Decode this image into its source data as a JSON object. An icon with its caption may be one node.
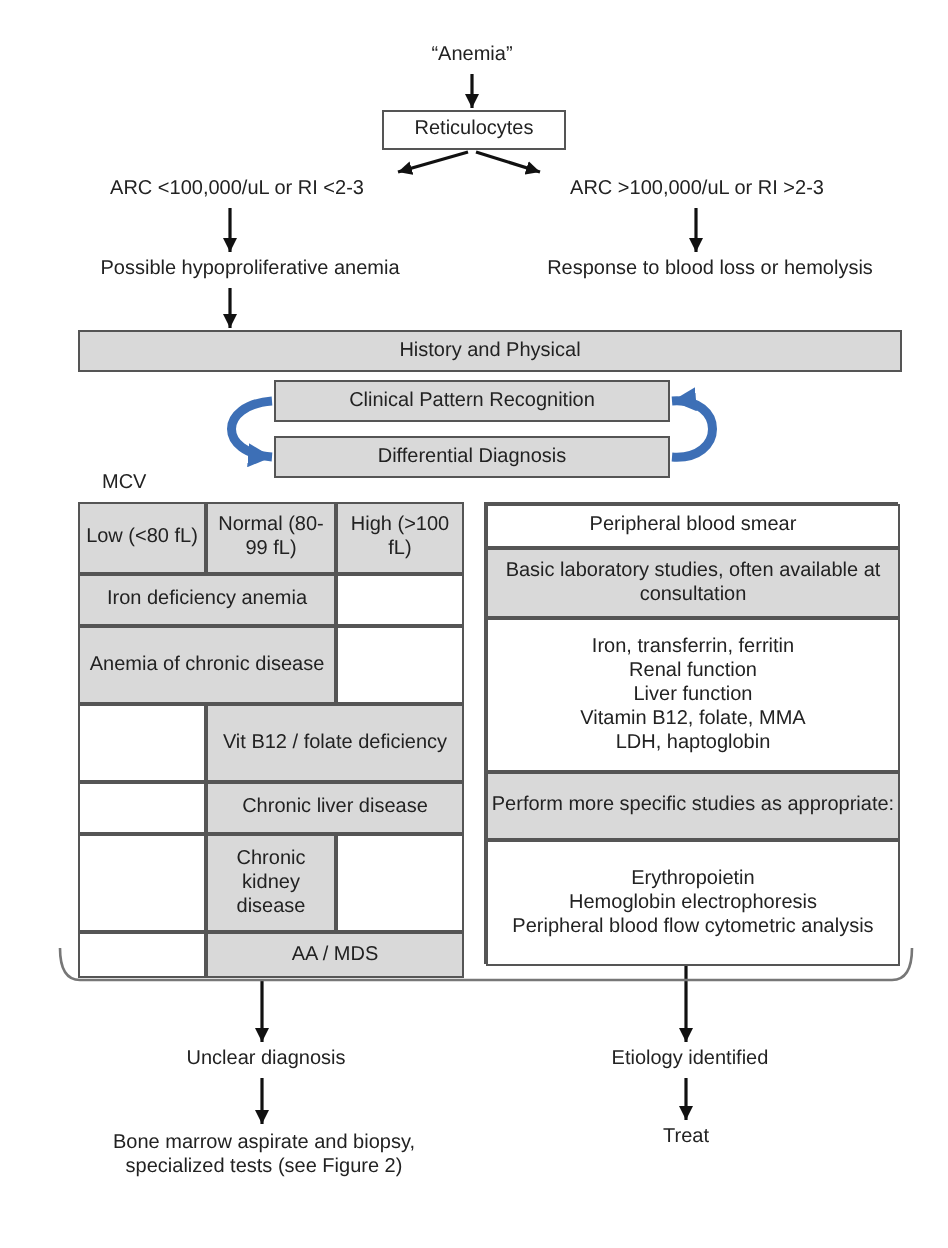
{
  "diagram": {
    "nodes": [
      {
        "text": [
          "“Anemia”"
        ]
      },
      {
        "text": [
          "Reticulocytes"
        ]
      },
      {
        "text": [
          "ARC <100,000/uL or RI <2-3"
        ]
      },
      {
        "text": [
          "ARC >100,000/uL or RI >2-3"
        ]
      },
      {
        "text": [
          "Possible hypoproliferative anemia"
        ]
      },
      {
        "text": [
          "Response to blood loss or hemolysis"
        ]
      },
      {
        "text": [
          "History and Physical"
        ]
      },
      {
        "text": [
          "Clinical Pattern Recognition"
        ]
      },
      {
        "text": [
          "Differential Diagnosis"
        ]
      },
      {
        "text": [
          "MCV"
        ]
      },
      {
        "text": [
          "Low (<80 fL)"
        ],
        "in": 9
      },
      {
        "text": [
          "Normal (80-99 fL)"
        ],
        "in": 9
      },
      {
        "text": [
          "High (>100 fL)"
        ],
        "in": 9
      },
      {
        "text": [
          "Iron deficiency anemia"
        ],
        "in": 9
      },
      {
        "text": [],
        "shape": "box",
        "in": 9
      },
      {
        "text": [
          "Anemia of chronic disease"
        ],
        "in": 9
      },
      {
        "text": [],
        "shape": "box",
        "in": 9
      },
      {
        "text": [],
        "shape": "box",
        "in": 9
      },
      {
        "text": [
          "Vit B12 / folate deficiency"
        ],
        "in": 9
      },
      {
        "text": [],
        "shape": "box",
        "in": 9
      },
      {
        "text": [
          "Chronic liver disease"
        ],
        "in": 9
      },
      {
        "text": [],
        "shape": "box",
        "in": 9
      },
      {
        "text": [
          "Chronic kidney disease"
        ],
        "in": 9
      },
      {
        "text": [],
        "shape": "box",
        "in": 9
      },
      {
        "text": [],
        "shape": "box",
        "in": 9
      },
      {
        "text": [
          "AA / MDS"
        ],
        "in": 9
      },
      {
        "text": [],
        "shape": "box"
      },
      {
        "text": [
          "Peripheral blood smear"
        ],
        "in": 26
      },
      {
        "text": [
          "Basic laboratory studies, often available at consultation"
        ],
        "in": 26
      },
      {
        "text": [
          "Iron, transferrin, ferritin",
          "Renal function",
          "Liver function",
          "Vitamin B12, folate, MMA",
          "LDH, haptoglobin"
        ],
        "in": 26
      },
      {
        "text": [
          "Perform more specific studies as appropriate:"
        ],
        "in": 26
      },
      {
        "text": [
          "Erythropoietin",
          "Hemoglobin electrophoresis",
          "Peripheral blood flow cytometric analysis"
        ],
        "in": 26
      },
      {
        "text": [
          "Unclear diagnosis"
        ]
      },
      {
        "text": [
          "Etiology identified"
        ]
      },
      {
        "text": [
          "Bone marrow aspirate and biopsy, specialized tests (see Figure 2)"
        ]
      },
      {
        "text": [
          "Treat"
        ]
      }
    ],
    "edges": [
      {
        "from": 0,
        "to": 1,
        "arrow": "to"
      },
      {
        "from": 1,
        "to": 2,
        "arrow": "to"
      },
      {
        "from": 1,
        "to": 3,
        "arrow": "to"
      },
      {
        "from": 2,
        "to": 4,
        "arrow": "to"
      },
      {
        "from": 3,
        "to": 5,
        "arrow": "to"
      },
      {
        "from": 4,
        "to": 6,
        "arrow": "to"
      },
      {
        "from": 7,
        "to": 8,
        "arrow": "to",
        "style": "thick",
        "color": "#3d6fb6"
      },
      {
        "from": 8,
        "to": 7,
        "arrow": "to",
        "style": "thick",
        "color": "#3d6fb6"
      },
      {
        "from": 9,
        "to": 32,
        "arrow": "to"
      },
      {
        "from": 26,
        "to": 33,
        "arrow": "to"
      },
      {
        "from": 32,
        "to": 34,
        "arrow": "to"
      },
      {
        "from": 33,
        "to": 35,
        "arrow": "to"
      }
    ]
  }
}
